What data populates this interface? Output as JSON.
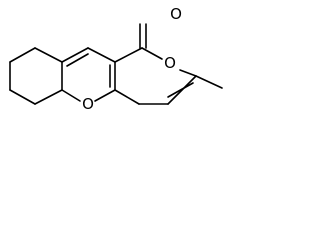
{
  "structure": {
    "atom_labels": {
      "carbonyl_oxygen": "O",
      "ring_oxygen_pyranone": "O",
      "ring_oxygen_pyran": "O"
    },
    "bond_color": "#000000",
    "background": "#ffffff"
  }
}
